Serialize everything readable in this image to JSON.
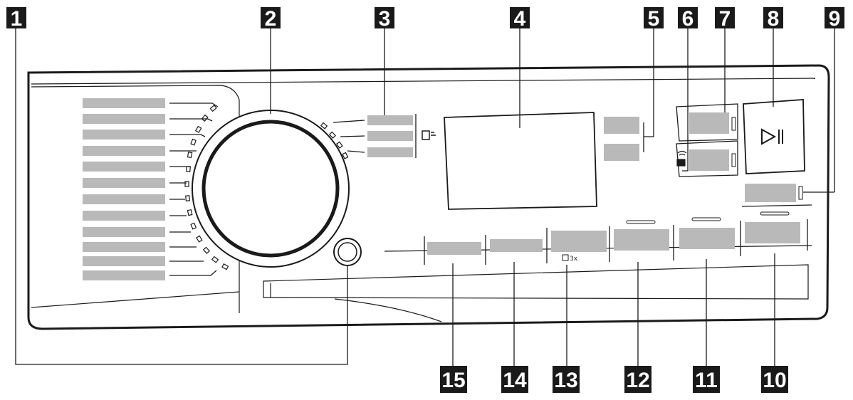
{
  "callouts_top": [
    "1",
    "2",
    "3",
    "4",
    "5",
    "6",
    "7",
    "8",
    "9"
  ],
  "callouts_bottom": [
    "15",
    "14",
    "13",
    "12",
    "11",
    "10"
  ],
  "icons": {
    "program_selector": "rotary-dial-icon",
    "on_off": "power-button-icon",
    "start_pause": "play-pause-icon",
    "remote_control": "wifi-remote-icon",
    "door_lock": "door-icon",
    "extra_rinse": "rinse-x3-icon"
  },
  "colors": {
    "callout_box": "#1a1a1a",
    "callout_text": "#ffffff",
    "label_placeholder": "#b9b9b9",
    "panel_outline": "#1a1a1a"
  }
}
